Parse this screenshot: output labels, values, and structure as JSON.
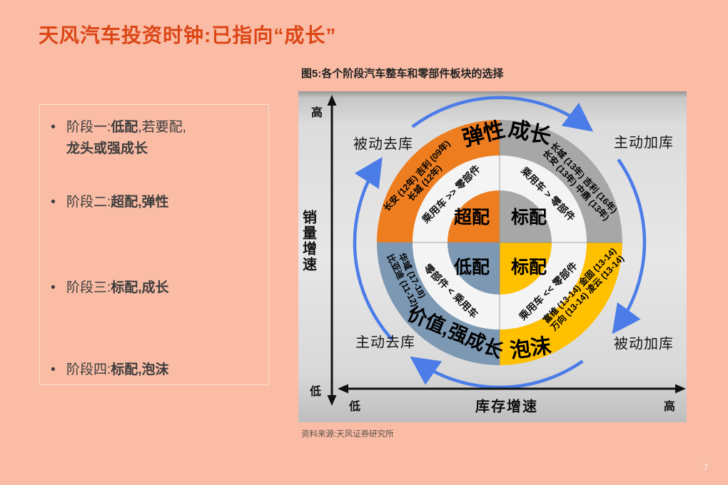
{
  "colors": {
    "background": "#FABCA5",
    "title": "#DC4616",
    "orange": "#ED7D1F",
    "gray": "#A7A7A7",
    "blue_gray": "#7C98B3",
    "yellow": "#FFC000",
    "white_ring": "#F4F4F4",
    "arrow_blue": "#4B7CE8"
  },
  "title": "天风汽车投资时钟:已指向“成长”",
  "left_panel": {
    "bullet_char": "•",
    "items": [
      {
        "pre": "阶段一:",
        "strong": "低配",
        "rest": ",若要配,",
        "strong2": "龙头或强成长"
      },
      {
        "pre": "阶段二:",
        "strong": "超配,弹性",
        "rest": "",
        "strong2": ""
      },
      {
        "pre": "阶段三:",
        "strong": "标配,成长",
        "rest": "",
        "strong2": ""
      },
      {
        "pre": "阶段四:",
        "strong": "标配,泡沫",
        "rest": "",
        "strong2": ""
      }
    ]
  },
  "figure": {
    "title": "图5:各个阶段汽车整车和零部件板块的选择",
    "y_axis": {
      "label": "销量增速",
      "top": "高",
      "bottom": "低"
    },
    "x_axis": {
      "label": "库存增速",
      "left": "低",
      "right": "高"
    },
    "corners": {
      "top_left": "被动去库",
      "top_right": "主动加库",
      "bottom_left": "主动去库",
      "bottom_right": "被动加库"
    },
    "quadrants": {
      "top_left": {
        "stage": "弹性",
        "companies_line1": "长安 (12年) 吉利 (09年)",
        "companies_line2": "长城 (12年)",
        "relation": "乘用车 >> 零部件",
        "allocation": "超配"
      },
      "top_right": {
        "stage": "成长",
        "companies_line1": "长城 (13年) 吉利 (16年)",
        "companies_line2": "长安 (13年) 中鼎 (13年)",
        "relation": "乘用车 > 零部件",
        "allocation": "标配"
      },
      "bottom_left": {
        "stage": "价值,强成长",
        "companies_line1": "华域 (17-18)",
        "companies_line2": "比亚迪 (11-12)",
        "relation": "零部件 < 乘用车",
        "allocation": "低配"
      },
      "bottom_right": {
        "stage": "泡沫",
        "companies_line1": "富维 (13-14) 金固 (13-14)",
        "companies_line2": "万向 (13-14) 凌云 (13-14)",
        "relation": "乘用车 << 零部件",
        "allocation": "标配"
      }
    },
    "source": "资料来源:天风证券研究所"
  },
  "page_number": "7"
}
